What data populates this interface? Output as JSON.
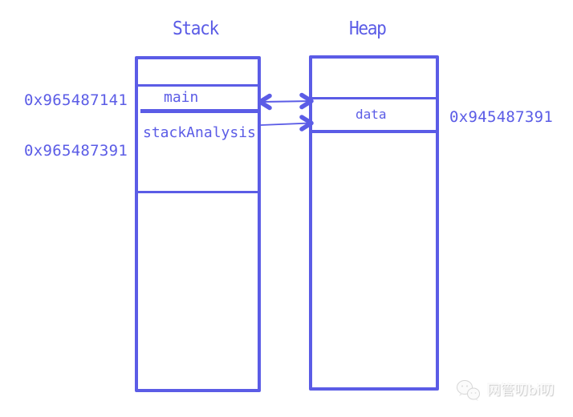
{
  "stack": {
    "title": "Stack",
    "frames": {
      "main": "main",
      "stack_analysis": "stackAnalysis"
    },
    "addresses": {
      "main": "0x965487141",
      "stack_analysis": "0x965487391"
    }
  },
  "heap": {
    "title": "Heap",
    "cells": {
      "data": "data"
    },
    "addresses": {
      "data": "0x945487391"
    }
  },
  "arrows": {
    "main_data": "double-headed-arrow",
    "stack_analysis_data": "right-arrow"
  },
  "watermark": {
    "text": "网管叨bi叨",
    "icon": "wechat-chat-bubbles"
  },
  "colors": {
    "primary": "#5b5ce6",
    "background": "#ffffff",
    "watermark": "#d9d9d9"
  }
}
